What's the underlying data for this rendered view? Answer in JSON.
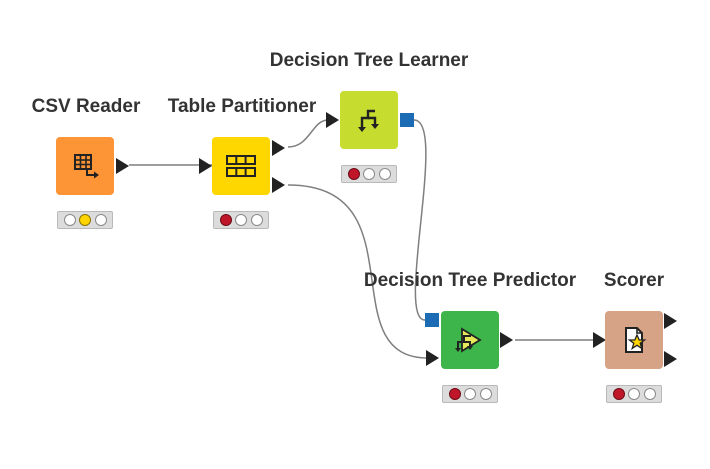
{
  "workflow": {
    "nodes": [
      {
        "id": "csv",
        "title": "CSV Reader",
        "color": "#fd9436",
        "icon": "table-export-icon",
        "status": [
          "off",
          "yellow",
          "off"
        ]
      },
      {
        "id": "partitioner",
        "title": "Table Partitioner",
        "color": "#ffd700",
        "icon": "partition-icon",
        "status": [
          "red",
          "off",
          "off"
        ]
      },
      {
        "id": "learner",
        "title": "Decision Tree Learner",
        "color": "#c6dd30",
        "icon": "tree-icon",
        "status": [
          "red",
          "off",
          "off"
        ]
      },
      {
        "id": "predictor",
        "title": "Decision Tree Predictor",
        "color": "#3db54a",
        "icon": "predict-icon",
        "status": [
          "red",
          "off",
          "off"
        ]
      },
      {
        "id": "scorer",
        "title": "Scorer",
        "color": "#d6a386",
        "icon": "scorer-icon",
        "status": [
          "red",
          "off",
          "off"
        ]
      }
    ],
    "colors": {
      "edge": "#7f7f7f",
      "data_port": "#222222",
      "model_port": "#1c6cb5"
    }
  }
}
